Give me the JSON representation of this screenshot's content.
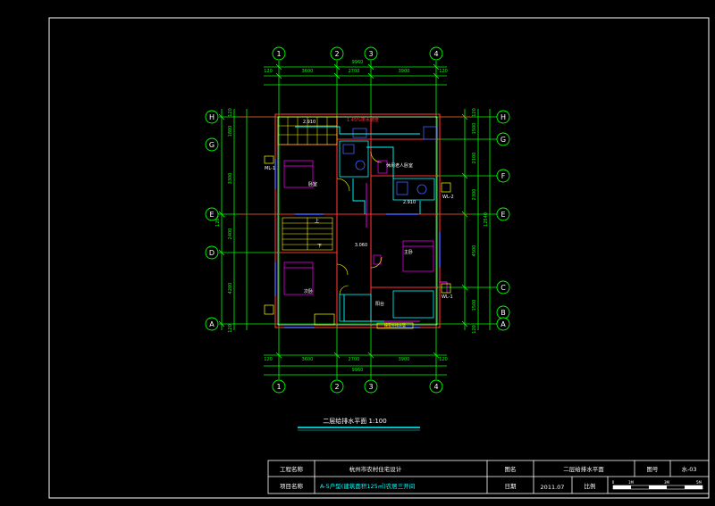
{
  "colors": {
    "background": "#000000",
    "frame": "#ffffff",
    "dimension": "#00ff00",
    "wall": "#ff3030",
    "water": "#00ffff",
    "furniture": "#ff00ff",
    "accent": "#ffff00",
    "fixture": "#4060ff",
    "door": "#ffff00"
  },
  "axes": {
    "columns": [
      "1",
      "2",
      "3",
      "4"
    ],
    "rows_left": [
      "H",
      "G",
      "E",
      "D",
      "A"
    ],
    "rows_right": [
      "H",
      "G",
      "F",
      "E",
      "C",
      "B",
      "A"
    ]
  },
  "dimensions": {
    "top_spans": [
      "3600",
      "2700",
      "3900"
    ],
    "top_total": "9960",
    "top_edges": [
      "120",
      "120"
    ],
    "bottom_spans": [
      "3600",
      "2700",
      "3900"
    ],
    "bottom_total": "9960",
    "bottom_edges": [
      "120",
      "120"
    ],
    "left_segments": [
      "120",
      "1800",
      "3300",
      "2400",
      "4200",
      "120"
    ],
    "left_total": "12540",
    "right_segments": [
      "120",
      "1500",
      "2100",
      "2300",
      "4500",
      "1500",
      "120"
    ],
    "right_total": "12540"
  },
  "plan_labels": {
    "pipe_note": "1.45%排水坡度",
    "span_2": "2.910",
    "span_3": "2.910",
    "elev": "3.060",
    "bedroom_a": "卧室",
    "bedroom_b": "次卧",
    "master": "主卧",
    "balcony": "阳台",
    "old_room": "休闲老人卧室",
    "up": "上",
    "down": "下",
    "riser_1": "ML-1",
    "riser_2": "WL-2",
    "riser_3": "WL-1",
    "outlet": "接室外排水管"
  },
  "drawing_title": "二层给排水平面 1:100",
  "title_block": {
    "project_label": "工程名称",
    "project_value": "杭州市农村住宅设计",
    "item_label": "项目名称",
    "item_value": "A-5户型(建筑面积125㎡)农居三开间",
    "drawing_name_label": "图名",
    "drawing_name_value": "二层给排水平面",
    "number_label": "图号",
    "number_value": "水-03",
    "date_label": "日期",
    "date_value": "2011.07",
    "scale_label": "比例",
    "scale_ticks": [
      "0",
      "1M",
      "3M",
      "5M"
    ]
  }
}
